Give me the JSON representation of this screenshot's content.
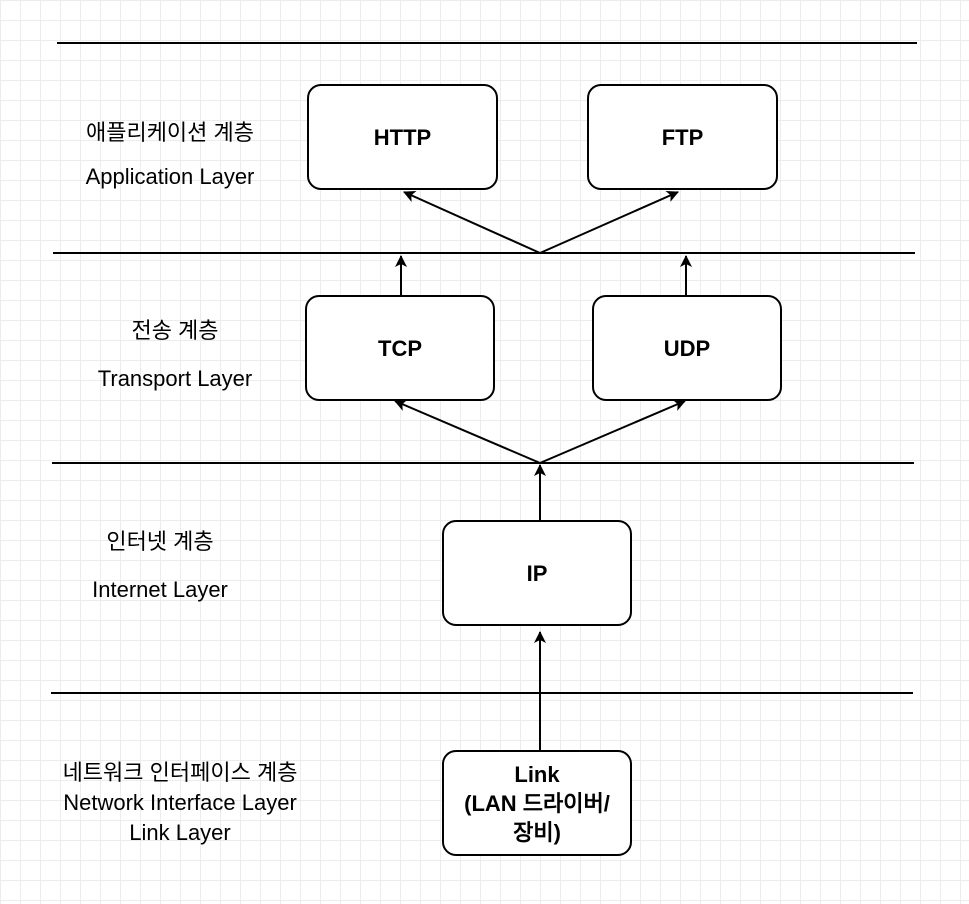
{
  "diagram": {
    "title": "",
    "layers": [
      {
        "name_ko": "애플리케이션 계층",
        "name_en": "Application Layer"
      },
      {
        "name_ko": "전송 계층",
        "name_en": "Transport Layer"
      },
      {
        "name_ko": "인터넷 계층",
        "name_en": "Internet Layer"
      },
      {
        "name_ko": "네트워크 인터페이스 계층",
        "name_en": "Network Interface Layer",
        "name_en_alt": "Link Layer"
      }
    ],
    "nodes": {
      "http": "HTTP",
      "ftp": "FTP",
      "tcp": "TCP",
      "udp": "UDP",
      "ip": "IP",
      "link_line1": "Link",
      "link_line2": "(LAN 드라이버/",
      "link_line3": "장비)"
    },
    "edges": [
      [
        "link",
        "ip"
      ],
      [
        "ip",
        "tcp"
      ],
      [
        "ip",
        "udp"
      ],
      [
        "tcp",
        "http"
      ],
      [
        "tcp",
        "ftp"
      ],
      [
        "udp",
        "http"
      ],
      [
        "udp",
        "ftp"
      ]
    ],
    "colors": {
      "stroke": "#000000",
      "background": "#ffffff",
      "grid": "#ececec"
    }
  }
}
